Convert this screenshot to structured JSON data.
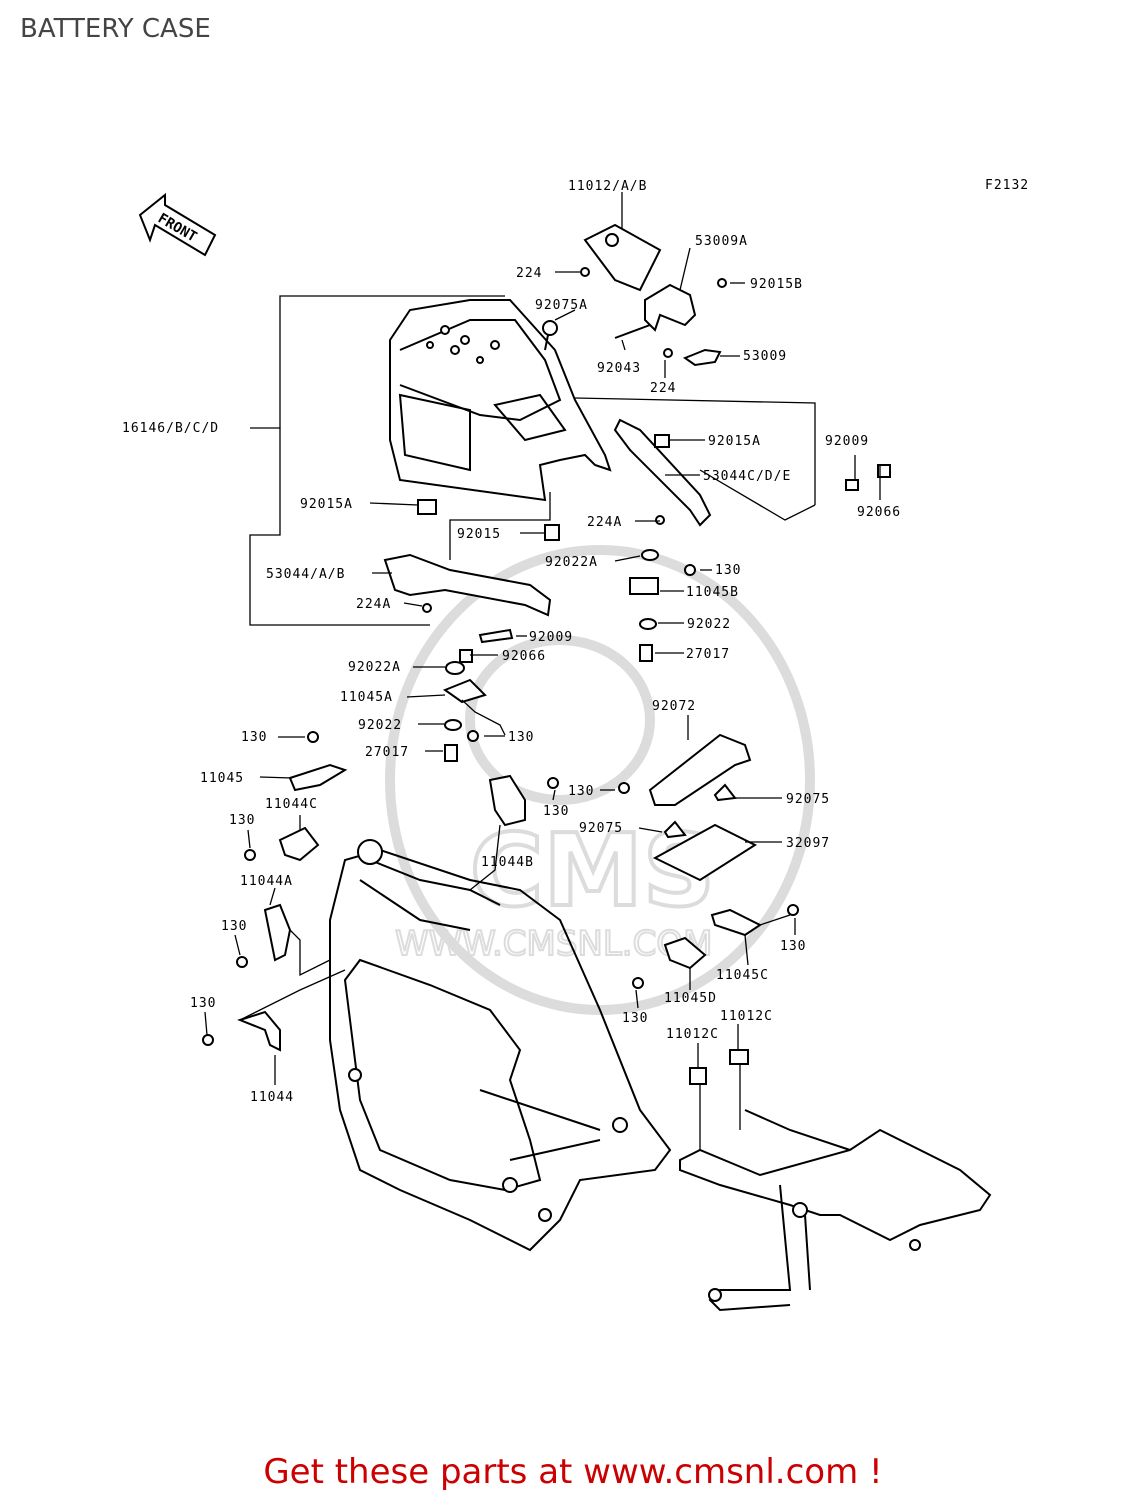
{
  "page": {
    "title": "BATTERY CASE",
    "footer": "Get these parts at www.cmsnl.com !"
  },
  "figure": {
    "code": "F2132",
    "front_label": "FRONT",
    "watermark": "WWW.CMSNL.COM"
  },
  "labels": {
    "p11012ab": "11012/A/B",
    "p53009a": "53009A",
    "p224_top": "224",
    "p92015b": "92015B",
    "p92075a": "92075A",
    "p92043": "92043",
    "p53009": "53009",
    "p224_mid": "224",
    "p16146": "16146/B/C/D",
    "p92015a_r": "92015A",
    "p92009_r": "92009",
    "p53044c": "53044C/D/E",
    "p92066_r": "92066",
    "p92015a_l": "92015A",
    "p224a_r": "224A",
    "p92015": "92015",
    "p92022a_r": "92022A",
    "p130_a": "130",
    "p11045b": "11045B",
    "p53044": "53044/A/B",
    "p224a_l": "224A",
    "p92022_r": "92022",
    "p92009_l": "92009",
    "p27017_r": "27017",
    "p92066_l": "92066",
    "p92022a_l": "92022A",
    "p11045a": "11045A",
    "p92072": "92072",
    "p92022_l": "92022",
    "p130_b": "130",
    "p130_c": "130",
    "p27017_l": "27017",
    "p11045": "11045",
    "p130_d": "130",
    "p130_e": "130",
    "p92075": "92075",
    "p11044c": "11044C",
    "p92075_b": "92075",
    "p130_f": "130",
    "p32097": "32097",
    "p11044b": "11044B",
    "p11044a": "11044A",
    "p130_g": "130",
    "p130_h": "130",
    "p11045c": "11045C",
    "p11045d": "11045D",
    "p130_i": "130",
    "p130_j": "130",
    "p11012c_r": "11012C",
    "p11012c_l": "11012C",
    "p11044": "11044"
  }
}
